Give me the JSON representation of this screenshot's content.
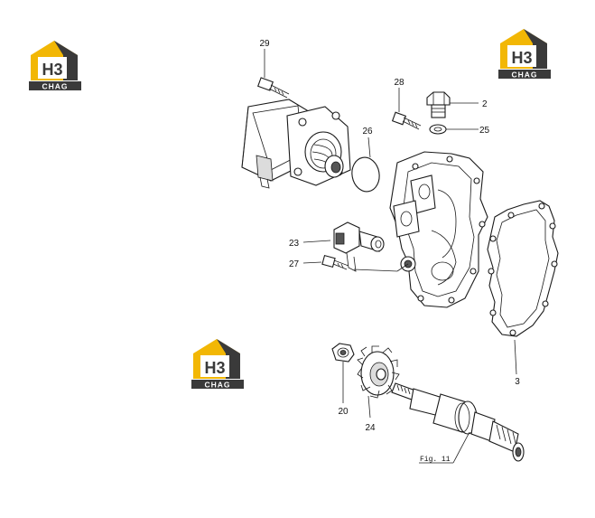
{
  "brand": {
    "logo_text_top": "H3",
    "logo_text_bottom": "CHAG",
    "logo_yellow": "#f2b705",
    "logo_dark": "#3a3a3a"
  },
  "callouts": {
    "c29": "29",
    "c28": "28",
    "c2": "2",
    "c25": "25",
    "c26": "26",
    "c23": "23",
    "c27": "27",
    "c3": "3",
    "c20": "20",
    "c24": "24"
  },
  "figure_ref": "Fig. 11"
}
